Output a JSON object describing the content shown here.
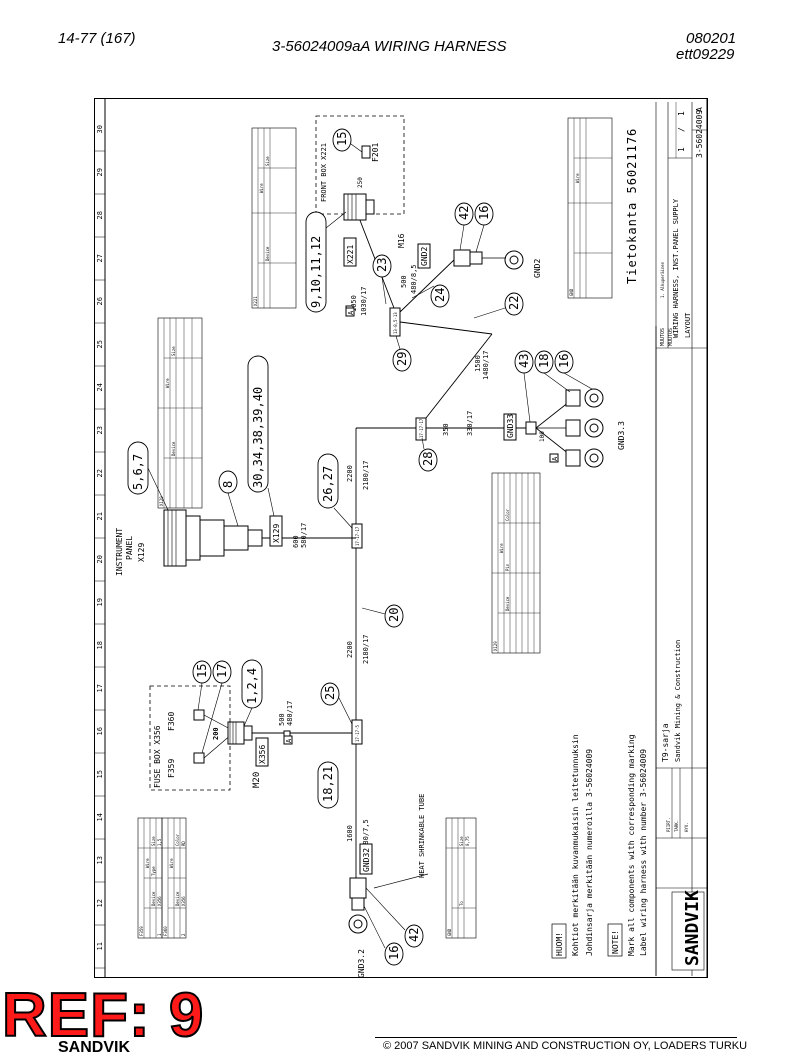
{
  "header": {
    "page_ref": "14-77 (167)",
    "title": "3-56024009aA WIRING HARNESS",
    "date": "080201",
    "code": "ett09229"
  },
  "stamp": {
    "ref": "REF: 9",
    "logo_fragment": "SANDVIK"
  },
  "footer": {
    "copyright": "© 2007 SANDVIK MINING AND CONSTRUCTION OY, LOADERS TURKU"
  },
  "border": {
    "numbers": [
      "11",
      "12",
      "13",
      "14",
      "15",
      "16",
      "17",
      "18",
      "19",
      "20",
      "21",
      "22",
      "23",
      "24",
      "25",
      "26",
      "27",
      "28",
      "29",
      "30"
    ]
  },
  "components": {
    "fuse_box": "FUSE BOX X356",
    "f359": "F359",
    "f360": "F360",
    "m20": "M20",
    "x356": "X356",
    "fuse_200": "200",
    "instrument_panel": "INSTRUMENT",
    "panel": "PANEL",
    "x129_label": "X129",
    "x129_tag": "X129",
    "front_box": "FRONT BOX X221",
    "x221": "X221",
    "f201": "F201",
    "m16": "M16",
    "gnd2_tag": "GND2",
    "gnd2_label": "GND2",
    "gnd32": "GND32",
    "gnd3_2": "GND3.2",
    "gnd33": "GND33",
    "gnd3_3": "GND3.3",
    "heat_tube": "HEAT SHRINKABLE TUBE"
  },
  "balloons": {
    "b15_top": "15",
    "b17": "17",
    "b124": "1,2,4",
    "b25": "25",
    "b1821": "18,21",
    "b20": "20",
    "b2627": "26,27",
    "b567": "5,6,7",
    "b8": "8",
    "b3034": "30,34,38,39,40",
    "b28": "28",
    "b29": "29",
    "b22": "22",
    "b23": "23",
    "b24": "24",
    "b9": "9,10,11,12",
    "b15_b": "15",
    "b42_a": "42",
    "b16_a": "16",
    "b43": "43",
    "b18": "18",
    "b16_b": "16",
    "b16_c": "16",
    "b42_b": "42"
  },
  "dimensions": {
    "d1600": "1600",
    "d1580": "1580/7,5",
    "d500a": "500",
    "d480a": "480/17",
    "d2200a": "2200",
    "d2180a": "2180/17",
    "d2200b": "2200",
    "d2180b": "2180/17",
    "d600": "600",
    "d580": "580/17",
    "d350": "350",
    "d330": "330/17",
    "d1500": "1500",
    "d1480": "1480/17",
    "d1050": "1050",
    "d1030": "1030/17",
    "d500b": "500",
    "d4808": "480/8,5",
    "d250": "250",
    "d100": "100",
    "s1": "17-17-5",
    "s2": "17-17-17",
    "s3": "17-17-17",
    "s4": "13-8,5-13"
  },
  "marks": {
    "a1": "A",
    "a2": "A",
    "a3": "A"
  },
  "notes": {
    "huom": "HUOM!",
    "fi1": "Kohtiot merkitään kuvanmukaisin leitetunnuksin",
    "fi2": "Johdinsarja merkitään numeroilla 3-56024009",
    "note": "NOTE!",
    "en1": "Mark all components with corresponding marking",
    "en2": "Label wiring harness with number 3-56024009"
  },
  "title_block": {
    "tietokanta": "Tietokanta 56021176",
    "logo": "SANDVIK",
    "series": "T9-sarja",
    "company": "Sandvik Mining & Construction",
    "name1": "WIRING HARNESS, INST.PANEL SUPPLY",
    "name2": "LAYOUT",
    "sheet_num": "1",
    "sheet_of": "/",
    "sheet_tot": "1",
    "number": "3-56024009",
    "rev": "A",
    "muutos": "MUUTOS",
    "muutos2": "MUUTOS",
    "change_text": "1. Alkuperäinen",
    "drawn": "PIIRT.",
    "check": "TARK.",
    "appr": "HYV."
  },
  "wire_tables": {
    "hdr_wire": "Wire",
    "hdr_to": "To",
    "hdr_from": "From",
    "hdr_con": "Con",
    "hdr_wire2": "Wire",
    "hdr_device": "Device",
    "hdr_pin": "Pin",
    "hdr_type": "Type",
    "hdr_color": "Color",
    "hdr_size": "Size",
    "cell1": "X356",
    "cell2": "F359",
    "cell3": "F360",
    "cell4": "X129",
    "cell5": "X221",
    "cell6": "GND",
    "cell7": "1",
    "cell8": "2",
    "cell9": "0,75",
    "cell10": "BK",
    "cell11": "RD",
    "cell12": "1,5"
  }
}
